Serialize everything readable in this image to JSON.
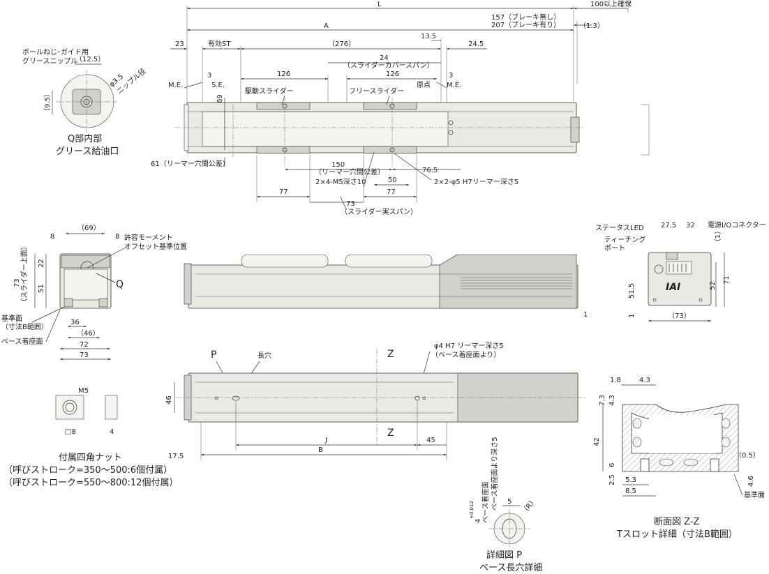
{
  "top_view": {
    "dims": {
      "L": "L",
      "clearance": "100以上確保",
      "A": "A",
      "brake_off": "157（ブレーキ無し）",
      "brake_on": "207（ブレーキ有り）",
      "d1_3": "（1.3）",
      "d13_5": "13.5",
      "d23": "23",
      "eff_st": "有効ST",
      "d276": "（276）",
      "d24_5": "24.5",
      "d24": "24",
      "slider_cover_span": "（スライダーカバースパン）",
      "d126a": "126",
      "d126b": "126",
      "d3a": "3",
      "d3b": "3",
      "me_left": "M.E.",
      "se": "S.E.",
      "origin": "原点",
      "me_right": "M.E.",
      "d69": "69",
      "d61": "61（リーマー穴間公差）",
      "d150": "150",
      "reamer_tol": "（リーマー穴間公差）",
      "d76_5": "76.5",
      "m5_holes": "2×4-M5深さ10",
      "reamer_holes": "2×2-φ5 H7リーマー深さ5",
      "d50": "50",
      "d77a": "77",
      "d77b": "77",
      "d73": "73",
      "slider_real_span": "（スライダー実スパン）"
    },
    "drive_slider": "駆動スライダー",
    "free_slider": "フリースライダー"
  },
  "detail_q": {
    "grease_nipple": "ボールねじ･ガイド用\nグリースニップル",
    "d12_5": "（12.5）",
    "d9_5": "（9.5）",
    "phi3_5": "φ3.5",
    "nipple_dia": "ニップル径",
    "caption1": "Q部内部",
    "caption2": "グリース給油口"
  },
  "end_view_left": {
    "d69": "（69）",
    "d8a": "8",
    "d8b": "8",
    "moment": "許容モーメント",
    "offset": "オフセット基準位置",
    "d22": "22",
    "d73v": "73",
    "slider_top": "（スライダー上面）",
    "d51": "51",
    "q": "Q",
    "ref_face": "基準面",
    "ref_range": "（寸法B範囲）",
    "base_face": "ベース着座面",
    "d36": "36",
    "d46": "（46）",
    "d72": "72",
    "d73h": "73"
  },
  "end_view_right": {
    "status_led": "ステータスLED",
    "d27_5": "27.5",
    "d32": "32",
    "connector": "電源I/Oコネクター",
    "teaching": "ティーチング\nポート",
    "d1a": "（1）",
    "d51_5": "51.5",
    "d52": "52",
    "d71": "71",
    "d1b": "1",
    "d73": "（73）",
    "logo": "IAI"
  },
  "side_view": {
    "d1": "1"
  },
  "bottom_view": {
    "p": "P",
    "long_hole": "長穴",
    "z1": "Z",
    "z2": "Z",
    "phi4": "φ4 H7 リーマー深さ5",
    "from_base": "（ベース着座面より）",
    "d46": "46",
    "d17_5": "17.5",
    "J": "J",
    "d45": "45",
    "B": "B"
  },
  "nut": {
    "m5": "M5",
    "sq8": "□8",
    "d4": "4",
    "caption1": "付属四角ナット",
    "caption2": "（呼びストローク=350～500:6個付属）",
    "caption3": "（呼びストローク=550～800:12個付属）"
  },
  "detail_p": {
    "depth": "ベース着座面より深さ5",
    "tol": "4",
    "tol_sup": "+0.012",
    "tol_sub": "0",
    "d5": "5",
    "r": "（R）",
    "caption1": "詳細図 P",
    "caption2": "ベース長穴詳細"
  },
  "section_zz": {
    "d1_8": "1.8",
    "d4_3h": "4.3",
    "d7_3": "7.3",
    "d4_3v": "4.3",
    "d42": "42",
    "d6": "6",
    "d2_5": "2.5",
    "d5_3": "5.3",
    "d8_5": "8.5",
    "d0_5": "（0.5）",
    "d4_6": "4.6",
    "ref_face": "基準面",
    "caption1": "断面図 Z-Z",
    "caption2": "Tスロット詳細（寸法B範囲）"
  }
}
